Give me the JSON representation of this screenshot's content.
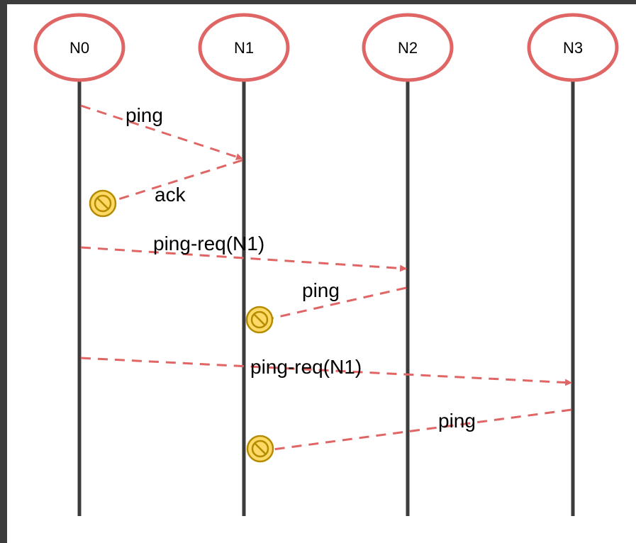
{
  "nodes": [
    {
      "id": "n0",
      "label": "N0"
    },
    {
      "id": "n1",
      "label": "N1"
    },
    {
      "id": "n2",
      "label": "N2"
    },
    {
      "id": "n3",
      "label": "N3"
    }
  ],
  "messages": [
    {
      "id": "ping-n0-n1",
      "label": "ping",
      "from": "N0",
      "to": "N1",
      "delivered": true
    },
    {
      "id": "ack-n1-n0",
      "label": "ack",
      "from": "N1",
      "to": "N0",
      "delivered": false
    },
    {
      "id": "pingreq-n0-n2",
      "label": "ping-req(N1)",
      "from": "N0",
      "to": "N2",
      "delivered": true
    },
    {
      "id": "ping-n2-n1",
      "label": "ping",
      "from": "N2",
      "to": "N1",
      "delivered": false
    },
    {
      "id": "pingreq-n0-n3",
      "label": "ping-req(N1)",
      "from": "N0",
      "to": "N3",
      "delivered": true
    },
    {
      "id": "ping-n3-n1",
      "label": "ping",
      "from": "N3",
      "to": "N1",
      "delivered": false
    }
  ],
  "colors": {
    "node_stroke": "#e06666",
    "lifeline": "#3c3c3c",
    "message": "#e06666",
    "blocked_fill": "#ffd966",
    "blocked_stroke": "#b58b00"
  },
  "icons": {
    "blocked": "no-entry-icon"
  }
}
